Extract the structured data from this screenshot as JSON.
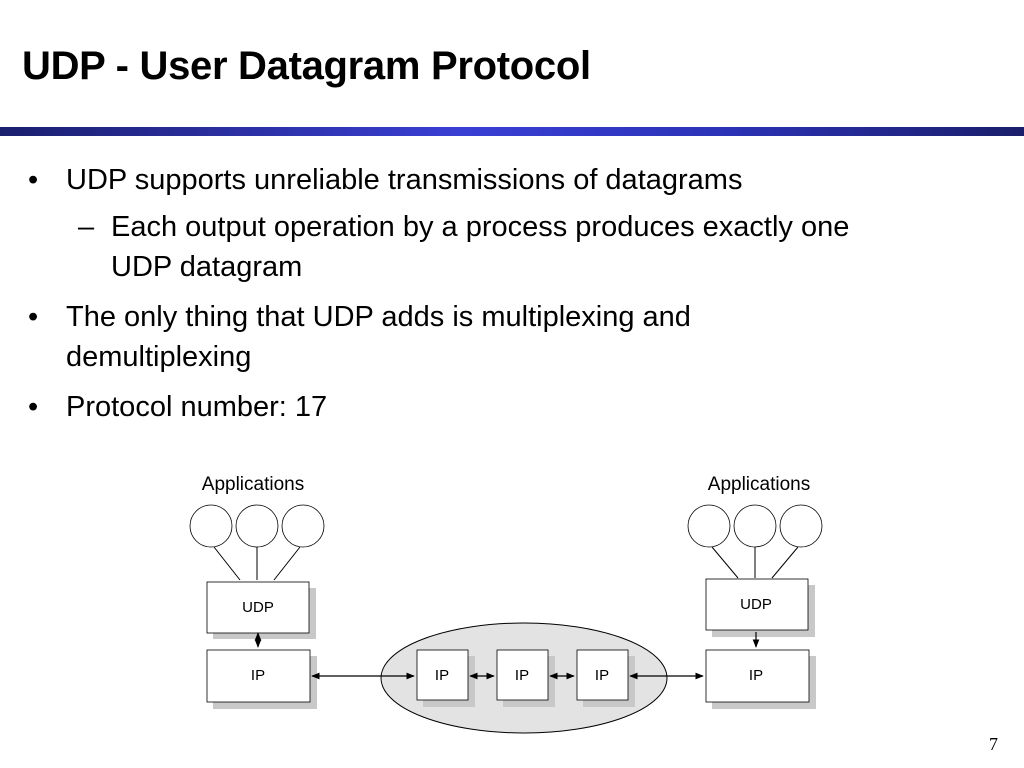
{
  "slide": {
    "title": "UDP - User Datagram Protocol",
    "page_number": "7",
    "rule_colors": [
      "#1b1f6e",
      "#3a3fd4",
      "#1a1e6a"
    ]
  },
  "bullets": {
    "b1": "UDP supports unreliable transmissions of datagrams",
    "b1_sub": {
      "line1": "Each output operation by a process produces exactly one",
      "line2": "UDP datagram"
    },
    "b2": {
      "line1": "The only thing that UDP adds is multiplexing and",
      "line2": "demultiplexing"
    },
    "b3": "Protocol number: 17",
    "bullet_glyph": "•",
    "dash_glyph": "–"
  },
  "diagram": {
    "left_host": {
      "apps_label": "Applications",
      "udp_label": "UDP",
      "ip_label": "IP"
    },
    "right_host": {
      "apps_label": "Applications",
      "udp_label": "UDP",
      "ip_label": "IP"
    },
    "routers": [
      "IP",
      "IP",
      "IP"
    ],
    "colors": {
      "box_face": "#ffffff",
      "box_shadow": "#c8c8c8",
      "network_fill": "#e3e3e3",
      "stroke": "#000000"
    }
  }
}
